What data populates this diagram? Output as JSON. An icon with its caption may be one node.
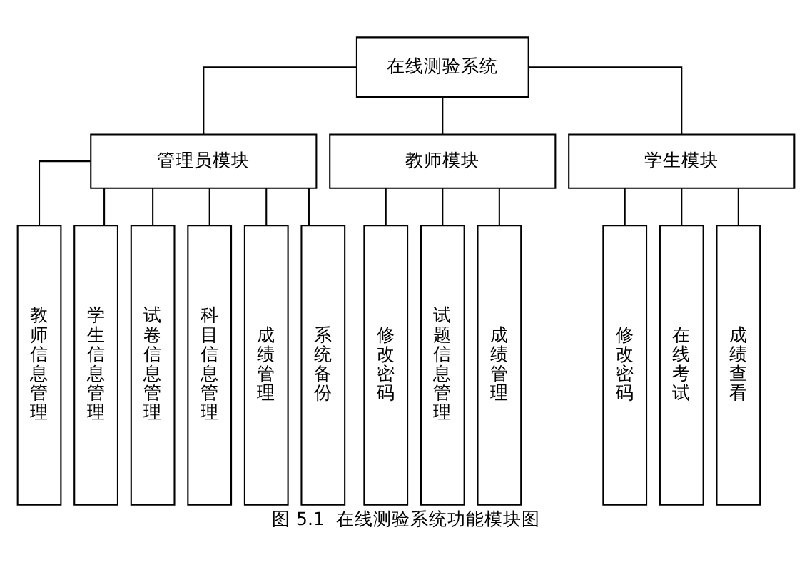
{
  "diagram": {
    "caption": "图 5.1  在线测验系统功能模块图",
    "nodes": [
      {
        "text": [
          "在线测验系统"
        ]
      },
      {
        "text": [
          "管理员模块"
        ]
      },
      {
        "text": [
          "教师模块"
        ]
      },
      {
        "text": [
          "学生模块"
        ]
      },
      {
        "text": [
          "教师信息管理"
        ]
      },
      {
        "text": [
          "学生信息管理"
        ]
      },
      {
        "text": [
          "试卷信息管理"
        ]
      },
      {
        "text": [
          "科目信息管理"
        ]
      },
      {
        "text": [
          "成绩管理"
        ]
      },
      {
        "text": [
          "系统备份"
        ]
      },
      {
        "text": [
          "修改密码"
        ]
      },
      {
        "text": [
          "试题信息管理"
        ]
      },
      {
        "text": [
          "成绩管理"
        ]
      },
      {
        "text": [
          "修改密码"
        ]
      },
      {
        "text": [
          "在线考试"
        ]
      },
      {
        "text": [
          "成绩查看"
        ]
      }
    ],
    "edges": [
      {
        "from": 0,
        "to": 1,
        "arrow": "none"
      },
      {
        "from": 0,
        "to": 2,
        "arrow": "none"
      },
      {
        "from": 0,
        "to": 3,
        "arrow": "none"
      },
      {
        "from": 1,
        "to": 4,
        "arrow": "none"
      },
      {
        "from": 1,
        "to": 5,
        "arrow": "none"
      },
      {
        "from": 1,
        "to": 6,
        "arrow": "none"
      },
      {
        "from": 1,
        "to": 7,
        "arrow": "none"
      },
      {
        "from": 1,
        "to": 8,
        "arrow": "none"
      },
      {
        "from": 1,
        "to": 9,
        "arrow": "none"
      },
      {
        "from": 2,
        "to": 10,
        "arrow": "none"
      },
      {
        "from": 2,
        "to": 11,
        "arrow": "none"
      },
      {
        "from": 2,
        "to": 12,
        "arrow": "none"
      },
      {
        "from": 3,
        "to": 13,
        "arrow": "none"
      },
      {
        "from": 3,
        "to": 14,
        "arrow": "none"
      },
      {
        "from": 3,
        "to": 15,
        "arrow": "none"
      }
    ]
  }
}
